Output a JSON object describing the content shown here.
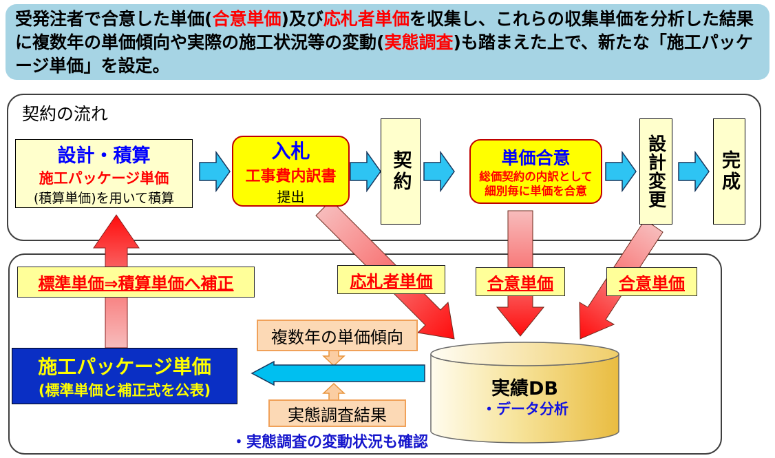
{
  "header": {
    "segments": [
      {
        "text": "受発注者で合意した単価(",
        "red": false
      },
      {
        "text": "合意単価",
        "red": true
      },
      {
        "text": ")及び",
        "red": false
      },
      {
        "text": "応札者単価",
        "red": true
      },
      {
        "text": "を収集し、これらの収集単価を分析した結果に複数年の単価傾向や実際の施工状況等の変動(",
        "red": false
      },
      {
        "text": "実態調査",
        "red": true
      },
      {
        "text": ")も踏まえた上で、新たな「施工パッケージ単価」を設定。",
        "red": false
      }
    ]
  },
  "contract_flow": {
    "label": "契約の流れ",
    "design": {
      "title": "設計・積算",
      "subtitle": "施工パッケージ単価",
      "note": "(積算単価)を用いて積算"
    },
    "bid": {
      "title": "入札",
      "subtitle": "工事費内訳書",
      "note": "提出"
    },
    "contract": {
      "label": "契約"
    },
    "agreement": {
      "title": "単価合意",
      "note1": "総価契約の内訳として",
      "note2": "細別毎に単価を合意"
    },
    "design_change": {
      "label": "設計変更"
    },
    "completion": {
      "label": "完成"
    }
  },
  "labels": {
    "correction": "標準単価⇒積算単価へ補正",
    "bidder_price": "応札者単価",
    "agreed_price_1": "合意単価",
    "agreed_price_2": "合意単価"
  },
  "package": {
    "title": "施工パッケージ単価",
    "subtitle": "(標準単価と補正式を公表)"
  },
  "analysis": {
    "trend": "複数年の単価傾向",
    "survey": "実態調査結果",
    "note": "・実態調査の変動状況も確認"
  },
  "database": {
    "title": "実績DB",
    "subtitle": "・データ分析"
  },
  "colors": {
    "banner_bg": "#A6D4E4",
    "red_text": "#FF0000",
    "blue_text": "#0000FF",
    "pale_yellow_box": "#FFFFCC",
    "bright_yellow_box": "#FFFF00",
    "bright_yellow_border": "#C00000",
    "tag_yellow": "#FFFF99",
    "package_blue": "#0A2FC4",
    "package_text_yellow": "#FFFF00",
    "flow_arrow_cyan": "#2EC4F3",
    "flow_arrow_border": "#17375D",
    "collect_arrow_red": "#FF0C0C",
    "collect_arrow_pink": "#F7BCBC",
    "orange_box_fill": "#FCD9B5",
    "orange_box_border": "#F0A159",
    "db_gold_dark": "#E9BC41",
    "db_gold_light": "#FFFCEE",
    "left_arrow_cyan": "#00BFF0",
    "note_blue": "#1515CC"
  }
}
